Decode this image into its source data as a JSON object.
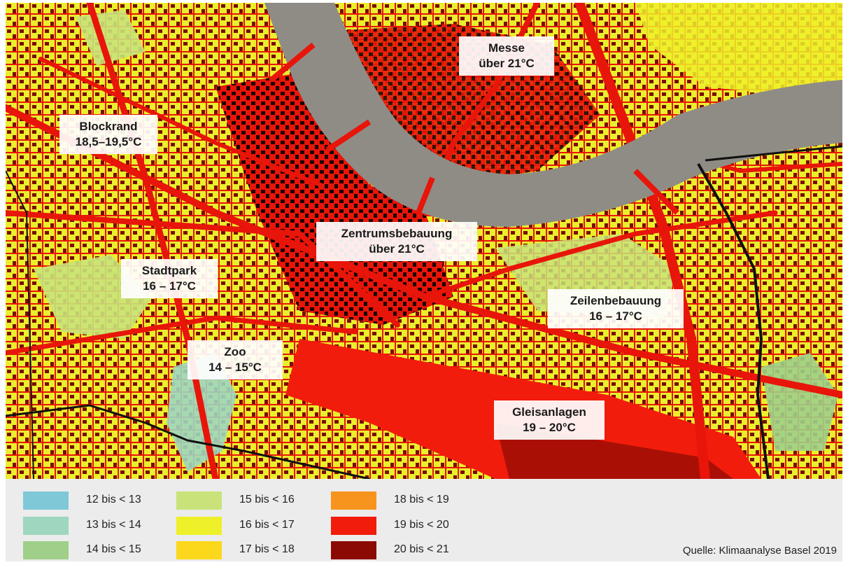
{
  "labels": [
    {
      "id": "messe",
      "line1": "Messe",
      "line2": "über 21°C"
    },
    {
      "id": "blockrand",
      "line1": "Blockrand",
      "line2": "18,5–19,5°C"
    },
    {
      "id": "zentrum",
      "line1": "Zentrumsbebauung",
      "line2": "über 21°C"
    },
    {
      "id": "stadtpark",
      "line1": "Stadtpark",
      "line2": "16 – 17°C"
    },
    {
      "id": "zeilen",
      "line1": "Zeilenbebauung",
      "line2": "16 – 17°C"
    },
    {
      "id": "zoo",
      "line1": "Zoo",
      "line2": "14 – 15°C"
    },
    {
      "id": "gleis",
      "line1": "Gleisanlagen",
      "line2": "19 – 20°C"
    }
  ],
  "legend": [
    {
      "label": "12 bis < 13",
      "color": "#7ec8d8"
    },
    {
      "label": "13 bis < 14",
      "color": "#9ed6bf"
    },
    {
      "label": "14 bis < 15",
      "color": "#9fcf88"
    },
    {
      "label": "15 bis < 16",
      "color": "#c9e37a"
    },
    {
      "label": "16 bis < 17",
      "color": "#eef02a"
    },
    {
      "label": "17 bis < 18",
      "color": "#fbd81c"
    },
    {
      "label": "18 bis < 19",
      "color": "#f7941d"
    },
    {
      "label": "19 bis < 20",
      "color": "#f21c0c"
    },
    {
      "label": "20 bis < 21",
      "color": "#8c0a04"
    }
  ],
  "source": "Quelle: Klimaanalyse Basel 2019",
  "colors": {
    "river": "#8f8c86",
    "dense_core": "#1a0500",
    "street": "#e8150a",
    "boundary": "#111111"
  }
}
